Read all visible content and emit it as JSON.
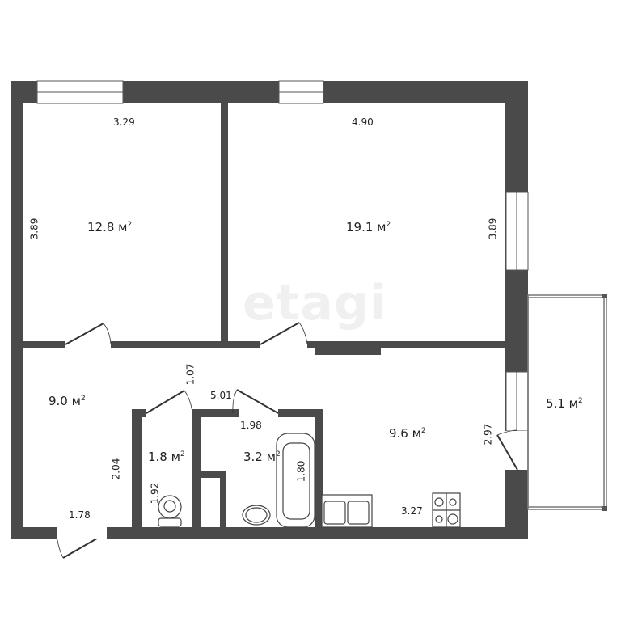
{
  "watermark": "etagi",
  "colors": {
    "wall": "#4a4a4a",
    "background": "#ffffff",
    "line": "#333333",
    "watermark": "#f0f0f0"
  },
  "rooms": [
    {
      "id": "room-left",
      "area": "12.8 м",
      "width": "3.29",
      "height": "3.89"
    },
    {
      "id": "room-right",
      "area": "19.1 м",
      "width": "4.90",
      "height": "3.89"
    },
    {
      "id": "hall",
      "area": "9.0 м",
      "dim_a": "1.07",
      "dim_b": "2.04",
      "dim_c": "1.78"
    },
    {
      "id": "toilet",
      "area": "1.8 м",
      "dim": "1.92"
    },
    {
      "id": "bathroom",
      "area": "3.2 м",
      "width": "1.98",
      "bath_len": "1.80"
    },
    {
      "id": "kitchen",
      "area": "9.6 м",
      "dim_a": "5.01",
      "dim_b": "2.97",
      "dim_c": "3.27"
    },
    {
      "id": "balcony",
      "area": "5.1 м"
    }
  ],
  "unit_sup": "2"
}
